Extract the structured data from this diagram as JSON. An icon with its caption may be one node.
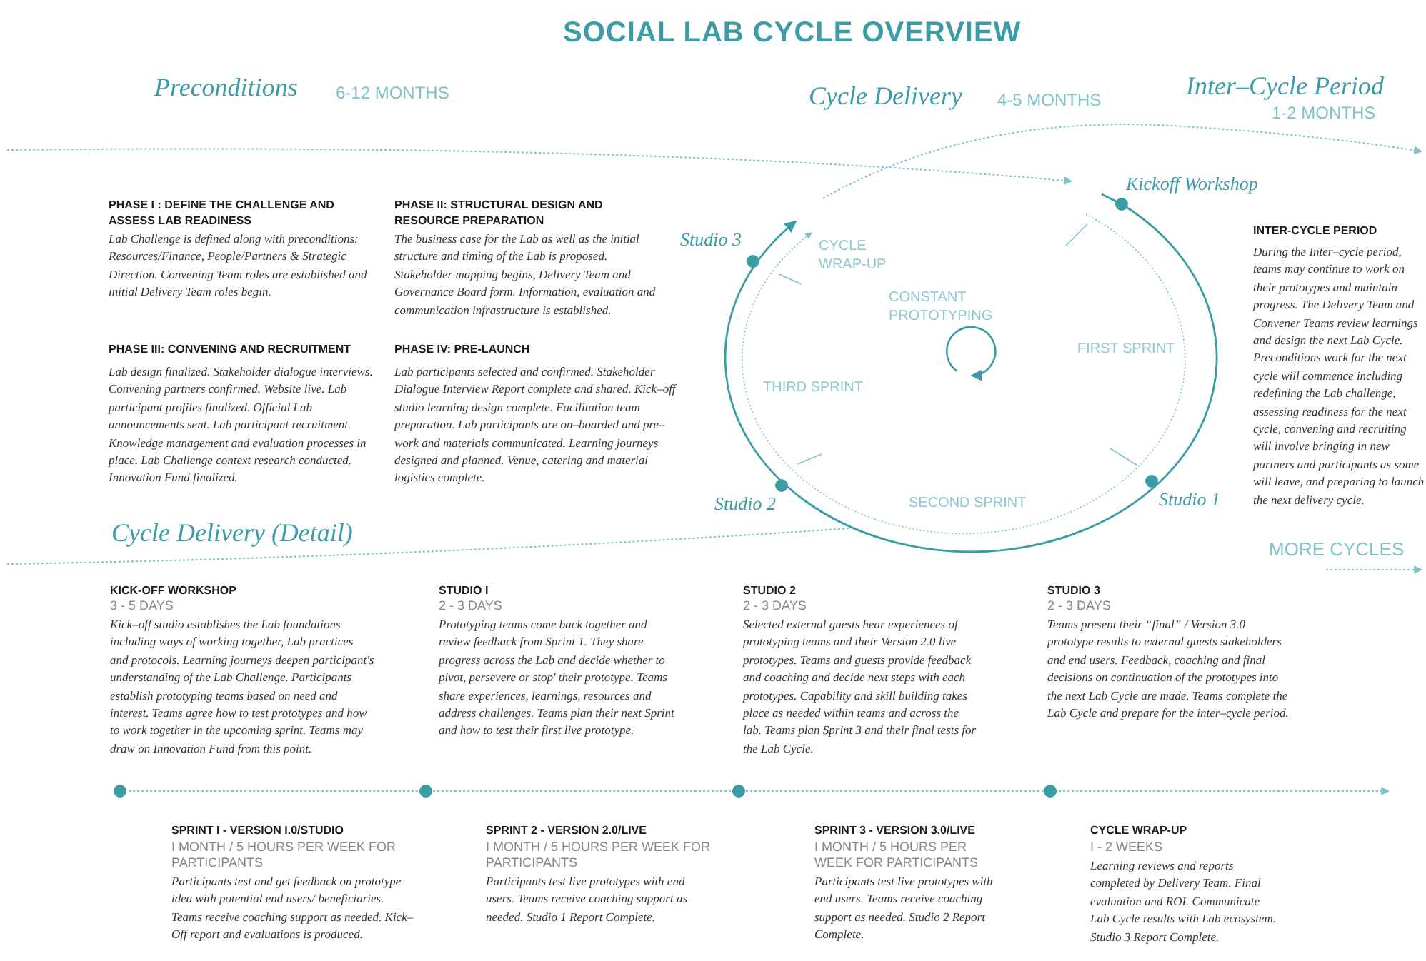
{
  "diagram": {
    "title": "SOCIAL LAB CYCLE OVERVIEW",
    "labels": [
      "Preconditions",
      "6-12 MONTHS",
      "Cycle Delivery",
      "4-5 MONTHS",
      "Inter–Cycle Period",
      "1-2 MONTHS",
      "PHASE I : DEFINE THE CHALLENGE AND ASSESS LAB READINESS",
      "Lab Challenge is defined along with preconditions: Resources/Finance, People/Partners & Strategic Direction. Convening Team roles are established and initial Delivery Team roles begin.",
      "PHASE II: STRUCTURAL DESIGN AND RESOURCE PREPARATION",
      "The business case for the Lab as well as the initial structure and timing of the Lab is proposed. Stakeholder mapping begins, Delivery Team and Governance Board form. Information, evaluation and communication infrastructure is established.",
      "PHASE III: CONVENING AND RECRUITMENT",
      "Lab design finalized. Stakeholder dialogue interviews. Convening partners confirmed. Website live. Lab participant profiles finalized. Official Lab announcements sent. Lab participant recruitment. Knowledge management and evaluation processes in place. Lab Challenge context research conducted. Innovation Fund finalized.",
      "PHASE IV: PRE-LAUNCH",
      "Lab participants selected and confirmed. Stakeholder Dialogue Interview Report complete and shared. Kick–off studio learning design complete. Facilitation team preparation. Lab participants are on–boarded and pre–work and materials communicated. Learning journeys designed and planned. Venue, catering and material logistics complete.",
      "Kickoff Workshop",
      "Studio 3",
      "CYCLE WRAP-UP",
      "CONSTANT PROTOTYPING",
      "FIRST SPRINT",
      "THIRD SPRINT",
      "Studio 2",
      "SECOND SPRINT",
      "Studio 1",
      "INTER-CYCLE PERIOD",
      "During the Inter–cycle period, teams may continue to work on their prototypes and maintain progress. The Delivery Team and Convener Teams review learnings and design the next Lab Cycle. Preconditions work for the next cycle will commence including redefining the Lab challenge, assessing readiness for the next cycle, convening and recruiting will involve bringing in new partners and participants as some will leave, and preparing to launch the next delivery cycle.",
      "Cycle Delivery (Detail)",
      "MORE CYCLES",
      "KICK-OFF WORKSHOP",
      "3 - 5 DAYS",
      "Kick–off studio establishes the Lab foundations including ways of working together, Lab practices and protocols. Learning journeys deepen participant's understanding of the Lab Challenge. Participants establish prototyping teams based on need and interest. Teams agree how to test prototypes and how to work together in the upcoming sprint. Teams may draw on Innovation Fund from this point.",
      "STUDIO I",
      "2 - 3 DAYS",
      "Prototyping teams come back together and review feedback from Sprint 1. They share progress across the Lab and decide whether to pivot, persevere or stop' their prototype. Teams share experiences, learnings, resources and address challenges. Teams plan their next Sprint and how to test their first live prototype.",
      "STUDIO 2",
      "2 - 3 DAYS",
      "Selected external guests hear experiences of prototyping teams and their Version 2.0 live prototypes. Teams and guests provide feedback and coaching and decide next steps with each prototypes. Capability and skill building takes place as needed within teams and across the lab. Teams plan Sprint 3 and their final tests for the Lab Cycle.",
      "STUDIO 3",
      "2 - 3 DAYS",
      "Teams present their “final” / Version 3.0 prototype results to external guests stakeholders and end users. Feedback, coaching and final decisions on continuation of the prototypes into the next Lab Cycle are made. Teams complete the Lab Cycle and prepare for the inter–cycle period.",
      "SPRINT I - VERSION I.0/STUDIO",
      "I MONTH / 5 HOURS PER WEEK FOR PARTICIPANTS",
      "Participants test and get feedback on prototype idea with potential end users/ beneficiaries. Teams receive coaching support as needed. Kick–Off report and evaluations is produced.",
      "SPRINT 2 - VERSION 2.0/LIVE",
      "I MONTH / 5 HOURS PER WEEK FOR PARTICIPANTS",
      "Participants test live prototypes with end users. Teams receive coaching support as needed. Studio 1 Report Complete.",
      "SPRINT 3 - VERSION 3.0/LIVE",
      "I MONTH / 5 HOURS PER WEEK FOR PARTICIPANTS",
      "Participants test live prototypes with end users. Teams receive coaching support as needed. Studio 2 Report Complete.",
      "CYCLE WRAP-UP",
      "I - 2 WEEKS",
      "Learning reviews and reports completed by Delivery Team. Final evaluation and ROI. Communicate Lab Cycle results with Lab ecosystem. Studio 3 Report Complete."
    ]
  }
}
